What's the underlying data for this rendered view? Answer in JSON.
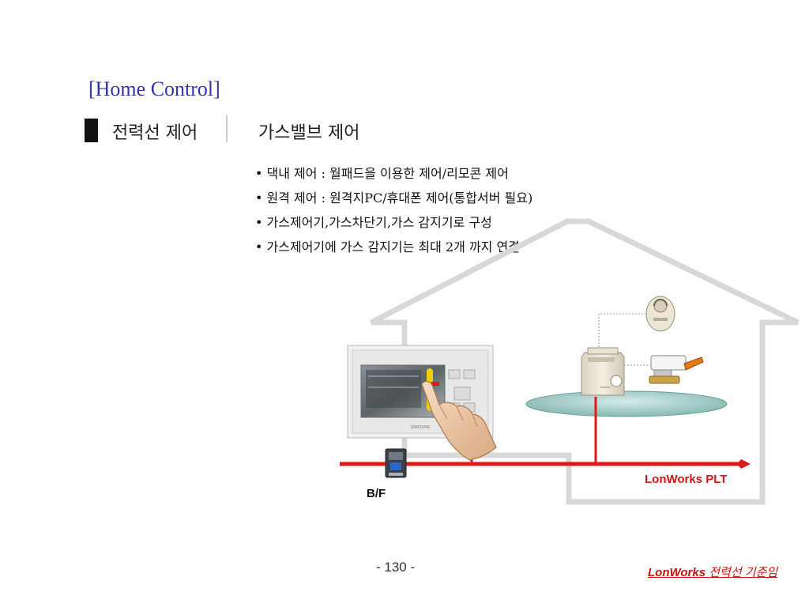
{
  "slide": {
    "title": "[Home Control]",
    "subtitle_main": "전력선 제어",
    "subtitle_sub": "가스밸브 제어",
    "bullets": [
      "댁내 제어 : 월패드을 이용한 제어/리모콘 제어",
      "원격 제어 : 원격지PC/휴대폰 제어(통합서버 필요)",
      "가스제어기,가스차단기,가스 감지기로 구성",
      "가스제어기에 가스 감지기는 최대 2개 까지 연결"
    ]
  },
  "diagram": {
    "breaker_label": "B/F",
    "network_label": "LonWorks PLT",
    "wallpad_brand": "SAMSUNG",
    "colors": {
      "house_outline": "#d8d8d8",
      "power_line": "#e01818",
      "platform": "#a8d0cc"
    }
  },
  "footer": {
    "page_number": "- 130 -",
    "brand": "LonWorks",
    "note": "전력선 기준임"
  }
}
